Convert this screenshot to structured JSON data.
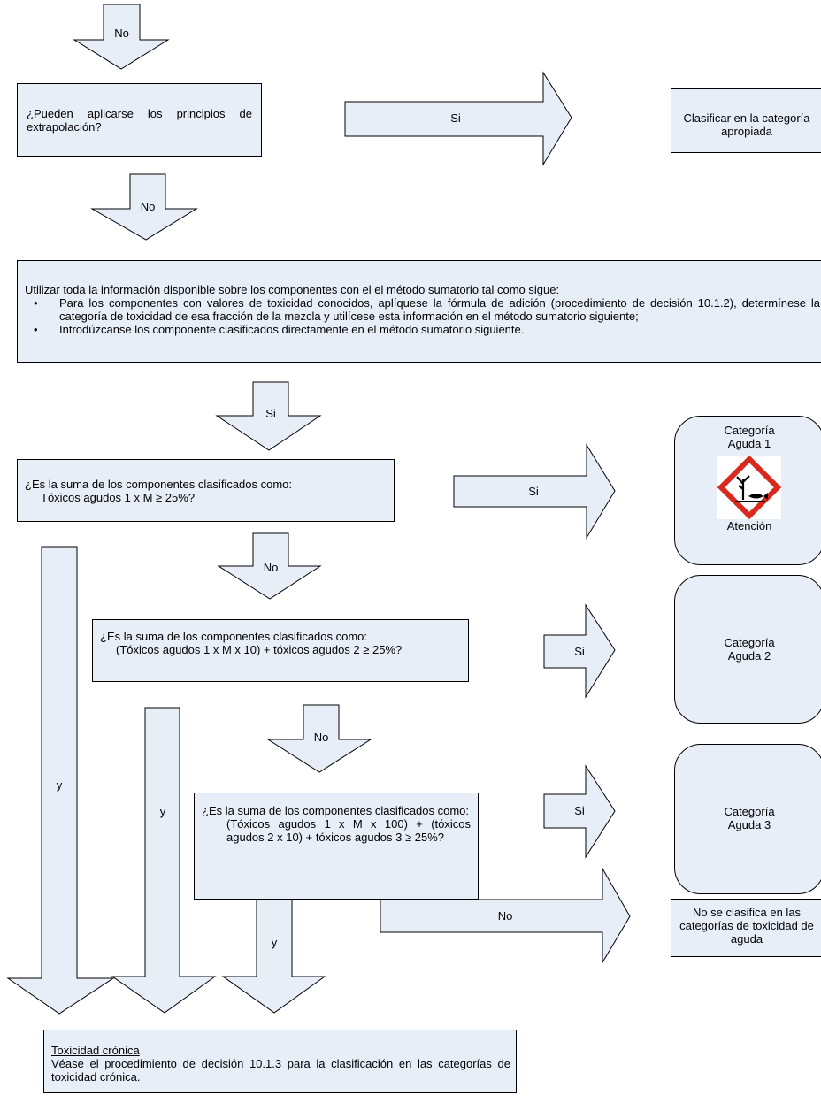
{
  "arrow_labels": {
    "no_top": "No",
    "si_extrapolation": "Si",
    "no_after_extrapolation": "No",
    "si_after_summation": "Si",
    "si_acute1": "Si",
    "no_after_acute1": "No",
    "si_acute2": "Si",
    "no_after_acute2": "No",
    "si_acute3": "Si",
    "y_left": "y",
    "y_middle": "y",
    "y_right": "y",
    "no_final": "No"
  },
  "boxes": {
    "extrapolation_question": "¿Pueden aplicarse los principios de extrapolación?",
    "classify_appropriate": "Clasificar en la categoría apropiada",
    "summation_intro": "Utilizar toda la información disponible sobre los componentes con el el método sumatorio tal como sigue:",
    "summation_bullets": [
      "Para los componentes con valores de toxicidad conocidos, aplíquese la fórmula de adición (procedimiento de decisión 10.1.2), determínese la categoría de toxicidad de esa fracción de la mezcla y utilícese esta información en el método sumatorio siguiente;",
      "Introdúzcanse los componente clasificados directamente en el método sumatorio siguiente."
    ],
    "q_acute1_line1": "¿Es la suma de los componentes clasificados como:",
    "q_acute1_line2": "Tóxicos agudos 1 x M ≥ 25%?",
    "q_acute2_line1": "¿Es la suma de los componentes clasificados como:",
    "q_acute2_line2": "(Tóxicos agudos 1 x M x 10) + tóxicos agudos 2 ≥ 25%?",
    "q_acute3_line1": "¿Es la suma de los componentes clasificados como:",
    "q_acute3_line2": "(Tóxicos agudos 1 x M x 100) + (tóxicos agudos 2 x 10) + tóxicos agudos 3 ≥ 25%?",
    "not_classified": "No se clasifica en las categorías de toxicidad de aguda",
    "chronic_title": "Toxicidad crónica",
    "chronic_text": "Véase el procedimiento de decisión 10.1.3 para la clasificación en las categorías de toxicidad crónica."
  },
  "outcomes": {
    "acute1_title": "Categoría Aguda 1",
    "acute1_signal_word": "Atención",
    "acute2_title": "Categoría Aguda 2",
    "acute3_title": "Categoría Aguda 3"
  },
  "icons": {
    "pictogram": "environment-hazard-icon",
    "pictogram_border_color": "#d9281e"
  },
  "colors": {
    "shape_fill": "#e8eef8",
    "stroke": "#000000"
  }
}
